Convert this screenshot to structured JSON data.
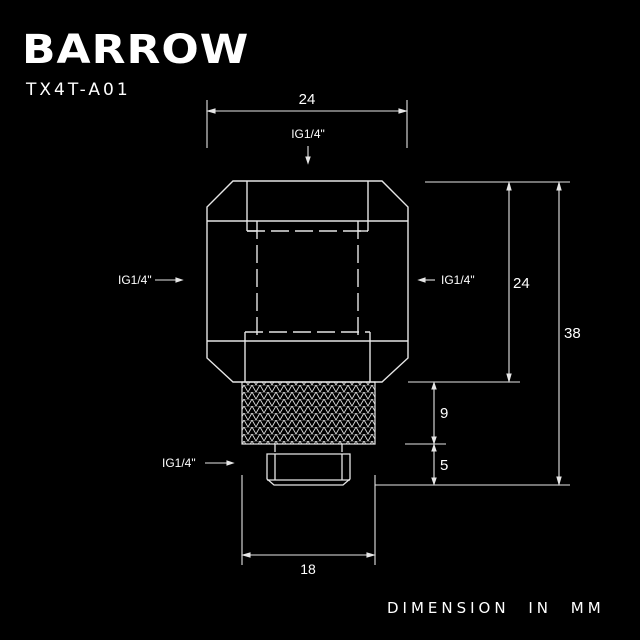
{
  "header": {
    "brand": "BARROW",
    "model": "TX4T-A01"
  },
  "footer": {
    "units_note": "DIMENSION IN MM"
  },
  "drawing": {
    "ports": {
      "top": "IG1/4\"",
      "left": "IG1/4\"",
      "right": "IG1/4\"",
      "bottom": "IG1/4\""
    },
    "dimensions": {
      "top_width": "24",
      "body_height": "24",
      "total_height": "38",
      "knurl_height": "9",
      "thread_height": "5",
      "bottom_width": "18"
    },
    "colors": {
      "background": "#000000",
      "lines": "#e6e6e6",
      "text": "#ffffff"
    }
  }
}
